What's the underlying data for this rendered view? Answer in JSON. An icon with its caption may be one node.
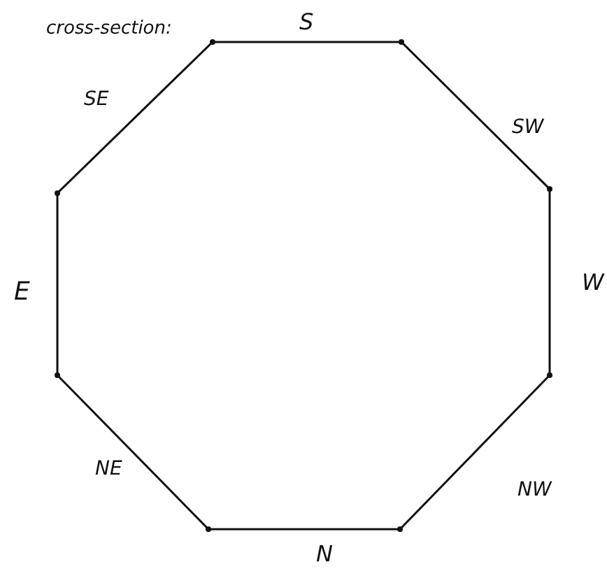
{
  "diagram": {
    "labels": [
      "cross-section:",
      "S",
      "SE",
      "SW",
      "E",
      "W",
      "NE",
      "NW",
      "N"
    ]
  }
}
